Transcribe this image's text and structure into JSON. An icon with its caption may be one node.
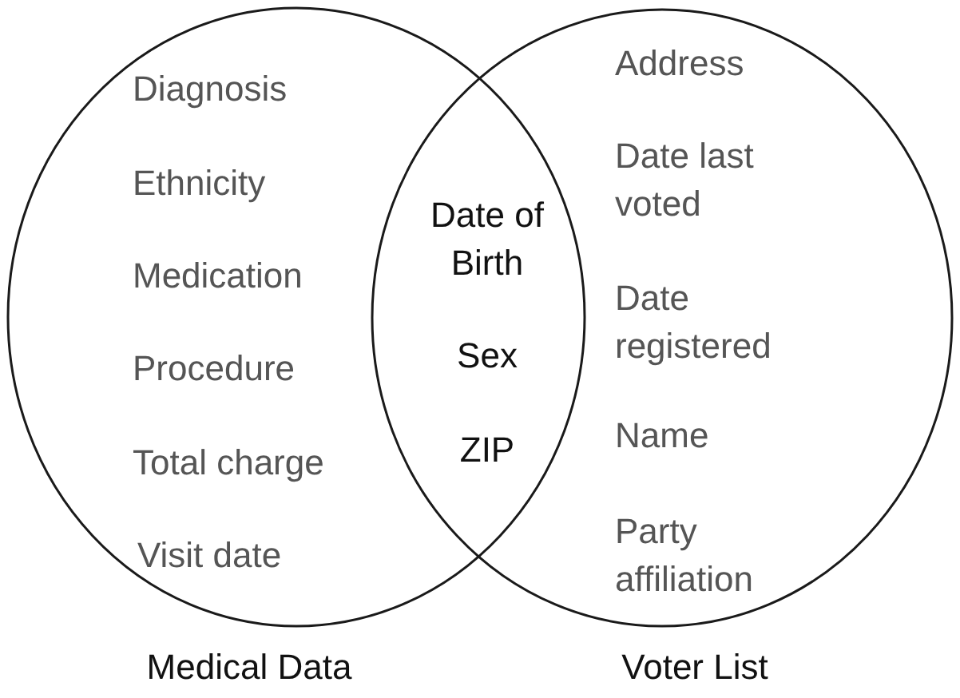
{
  "diagram": {
    "nodes": [
      {
        "text": [
          "Diagnosis",
          "Ethnicity",
          "Medication",
          "Procedure",
          "Total charge",
          "Visit date",
          "Medical Data"
        ]
      },
      {
        "text": [
          "Address",
          "Date last voted",
          "Date registered",
          "Name",
          "Party affiliation",
          "Voter List"
        ]
      }
    ],
    "labels": [
      "Date of Birth",
      "Sex",
      "ZIP"
    ]
  }
}
